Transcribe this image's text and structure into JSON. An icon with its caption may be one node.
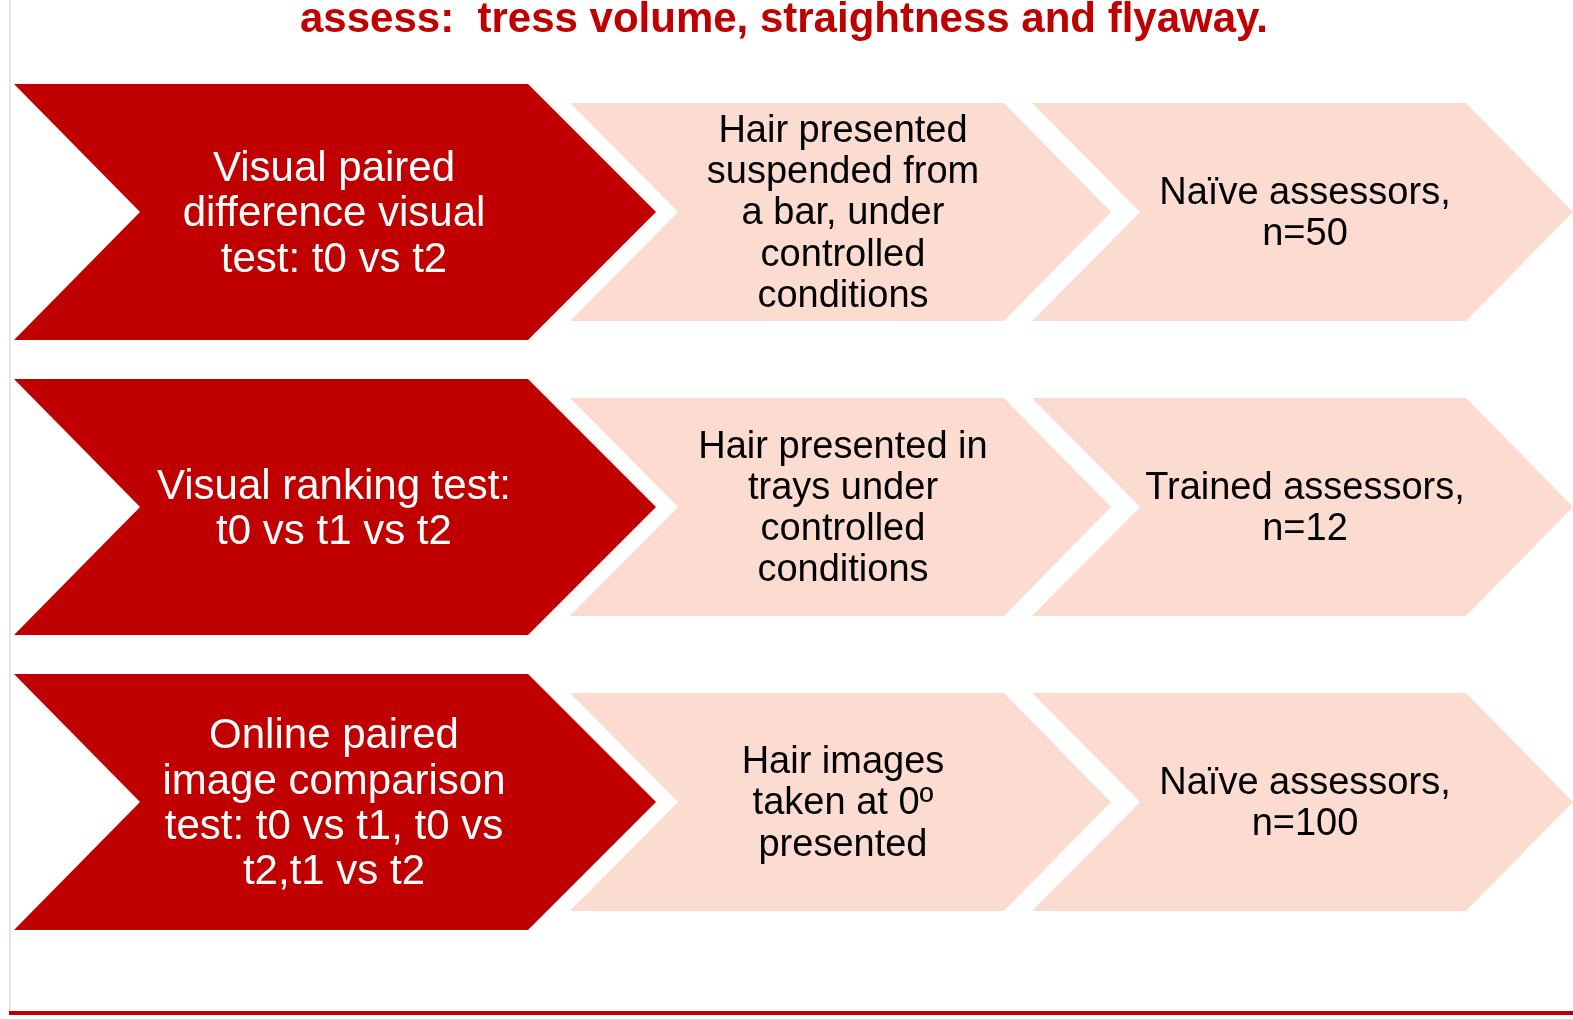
{
  "diagram": {
    "title": "assess:  tress volume, straightness and flyaway.",
    "nodes": [
      {
        "text": [
          "Visual paired difference visual test: t0 vs t2"
        ]
      },
      {
        "text": [
          "Hair presented suspended from a bar, under controlled conditions"
        ]
      },
      {
        "text": [
          "Naïve assessors, n=50"
        ]
      },
      {
        "text": [
          "Visual ranking test: t0 vs t1 vs t2"
        ]
      },
      {
        "text": [
          "Hair presented in trays under controlled conditions"
        ]
      },
      {
        "text": [
          "Trained assessors, n=12"
        ]
      },
      {
        "text": [
          "Online paired image comparison test: t0 vs t1, t0 vs t2,t1 vs t2"
        ]
      },
      {
        "text": [
          "Hair images taken at 0º presented"
        ]
      },
      {
        "text": [
          "Naïve assessors, n=100"
        ]
      }
    ]
  }
}
